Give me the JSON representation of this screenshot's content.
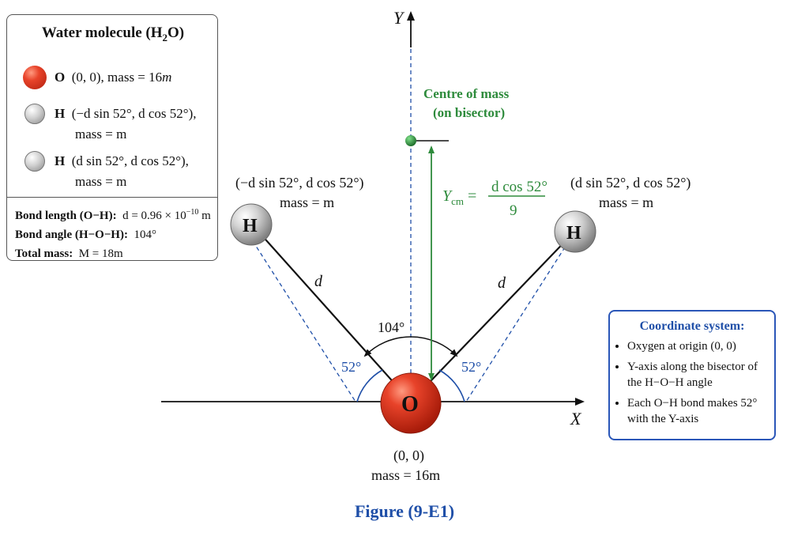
{
  "legend": {
    "title": "Water molecule (H",
    "title_sub": "2",
    "title_end": "O)",
    "rows": [
      {
        "atom": "O",
        "l1": "(0, 0), mass = 16",
        "l1_m": "m",
        "l2": ""
      },
      {
        "atom": "H",
        "l1": "(−d sin 52°, d cos 52°),",
        "l1_m": "",
        "l2": "mass = m"
      },
      {
        "atom": "H",
        "l1": "(d sin 52°, d cos 52°),",
        "l1_m": "",
        "l2": "mass = m"
      }
    ],
    "bond_length_label": "Bond length (O−H):",
    "bond_length_value": "d = 0.96 × 10",
    "bond_length_exp": "−10",
    "bond_length_unit": " m",
    "bond_angle_label": "Bond angle (H−O−H):",
    "bond_angle_value": "104°",
    "total_mass_label": "Total mass:",
    "total_mass_value": "M = 18m"
  },
  "axes": {
    "x_label": "X",
    "y_label": "Y"
  },
  "atoms": {
    "O": {
      "symbol": "O",
      "coord": "(0, 0)",
      "mass": "mass = 16m"
    },
    "H_left": {
      "symbol": "H",
      "coord": "(−d sin 52°, d cos 52°)",
      "mass": "mass = m"
    },
    "H_right": {
      "symbol": "H",
      "coord": "(d sin 52°, d cos 52°)",
      "mass": "mass = m"
    }
  },
  "labels": {
    "bond_d": "d",
    "angle_total": "104°",
    "angle_half": "52°",
    "com_title_1": "Centre of mass",
    "com_title_2": "(on bisector)",
    "ycm": "Y",
    "ycm_sub": "cm",
    "ycm_eq": " =",
    "ycm_num": "d cos 52°",
    "ycm_den": "9"
  },
  "coord_box": {
    "title": "Coordinate system:",
    "items": [
      "Oxygen at origin (0, 0)",
      "Y-axis along the bisector of the H−O−H angle",
      "Each O−H bond makes 52° with the Y-axis"
    ]
  },
  "caption": "Figure (9-E1)",
  "colors": {
    "oxygen": "#e8432a",
    "hydrogen": "#c8c8c8",
    "com": "#2e8b3c",
    "accent": "#1f4fa8"
  }
}
